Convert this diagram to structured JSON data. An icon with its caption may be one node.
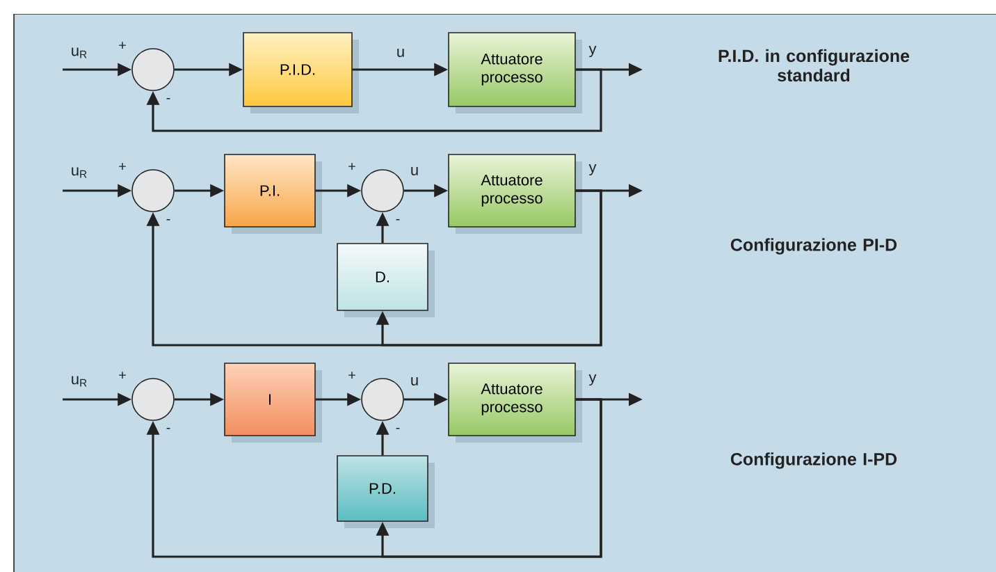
{
  "diagram": {
    "nodes": [
      {
        "text": [],
        "shape": "circle",
        "beside": [
          "+",
          "-"
        ]
      },
      {
        "text": [
          "P.I.D."
        ]
      },
      {
        "text": [
          "Attuatore processo"
        ]
      },
      {
        "text": [],
        "shape": "circle",
        "beside": [
          "+",
          "-"
        ]
      },
      {
        "text": [
          "P.I."
        ]
      },
      {
        "text": [],
        "shape": "circle",
        "beside": [
          "+",
          "-"
        ]
      },
      {
        "text": [
          "Attuatore processo"
        ]
      },
      {
        "text": [
          "D."
        ]
      },
      {
        "text": [],
        "shape": "circle",
        "beside": [
          "+",
          "-"
        ]
      },
      {
        "text": [
          "I"
        ]
      },
      {
        "text": [],
        "shape": "circle",
        "beside": [
          "+",
          "-"
        ]
      },
      {
        "text": [
          "Attuatore processo"
        ]
      },
      {
        "text": [
          "P.D."
        ]
      }
    ],
    "edges": [
      {
        "from": null,
        "to": 0,
        "arrow": "to",
        "label": "u$_{R}$"
      },
      {
        "from": 0,
        "to": 1,
        "arrow": "to"
      },
      {
        "from": 1,
        "to": 2,
        "arrow": "to",
        "label": "u"
      },
      {
        "from": 2,
        "to": null,
        "arrow": "to",
        "label": "y"
      },
      {
        "from": 2,
        "to": 0,
        "arrow": "to"
      },
      {
        "from": null,
        "to": 3,
        "arrow": "to",
        "label": "u$_{R}$"
      },
      {
        "from": 3,
        "to": 4,
        "arrow": "to"
      },
      {
        "from": 4,
        "to": 5,
        "arrow": "to"
      },
      {
        "from": 5,
        "to": 6,
        "arrow": "to",
        "label": "u"
      },
      {
        "from": 6,
        "to": null,
        "arrow": "to",
        "label": "y"
      },
      {
        "from": 6,
        "to": 3,
        "arrow": "to"
      },
      {
        "from": 6,
        "to": 7,
        "arrow": "to"
      },
      {
        "from": 7,
        "to": 5,
        "arrow": "to"
      },
      {
        "from": null,
        "to": 8,
        "arrow": "to",
        "label": "u$_{R}$"
      },
      {
        "from": 8,
        "to": 9,
        "arrow": "to"
      },
      {
        "from": 9,
        "to": 10,
        "arrow": "to"
      },
      {
        "from": 10,
        "to": 11,
        "arrow": "to",
        "label": "u"
      },
      {
        "from": 11,
        "to": null,
        "arrow": "to",
        "label": "y"
      },
      {
        "from": 11,
        "to": 8,
        "arrow": "to"
      },
      {
        "from": 11,
        "to": 12,
        "arrow": "to"
      },
      {
        "from": 12,
        "to": 10,
        "arrow": "to"
      }
    ],
    "labels": [
      "P.I.D. in configurazione standard",
      "Configurazione PI-D",
      "Configurazione I-PD"
    ]
  }
}
